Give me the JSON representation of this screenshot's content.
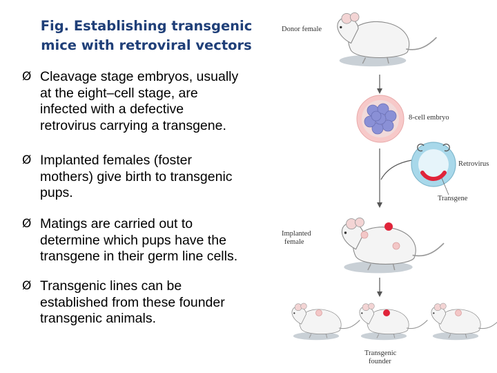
{
  "title": {
    "line1": "Fig. Establishing transgenic",
    "line2": "mice with retroviral vectors"
  },
  "bullets": [
    {
      "marker": "Ø",
      "lines": [
        "Cleavage stage embryos, usually",
        "at the eight–cell stage, are",
        "infected with a defective",
        "retrovirus carrying a transgene."
      ]
    },
    {
      "marker": "Ø",
      "lines": [
        "Implanted females (foster",
        "mothers) give birth to transgenic",
        "pups."
      ]
    },
    {
      "marker": "Ø",
      "lines": [
        "Matings are carried out to",
        "determine which pups have the",
        "transgene in their germ line cells."
      ]
    },
    {
      "marker": "Ø",
      "lines": [
        "Transgenic lines can be",
        "established from these founder",
        "transgenic animals."
      ]
    }
  ],
  "diagram": {
    "donor_label": "Donor female",
    "embryo_label": "8-cell embryo",
    "retrovirus_label": "Retrovirus",
    "transgene_label": "Transgene",
    "implanted_label_1": "Implanted",
    "implanted_label_2": "female",
    "founder_label_1": "Transgenic",
    "founder_label_2": "founder"
  },
  "colors": {
    "title": "#1f3f78",
    "embryo_cells": "#8a90d6",
    "transgene": "#e0243a",
    "virus": "#a8d8ea",
    "mouse_body": "#f4f4f4",
    "shadow": "#c9d0d6"
  }
}
